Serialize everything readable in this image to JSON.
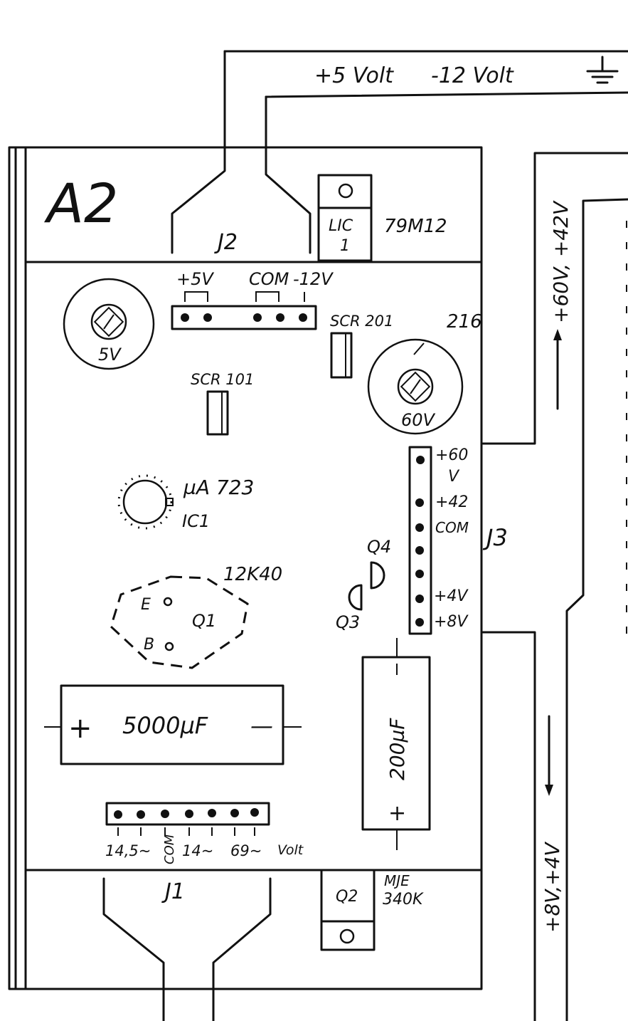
{
  "bus": {
    "plus5": "+5 Volt",
    "minus12": "-12 Volt"
  },
  "board": {
    "title": "A2"
  },
  "connectors": {
    "j1": "J1",
    "j2": "J2",
    "j3": "J3"
  },
  "regulator_lic1": {
    "lic": "LIC",
    "num": "1",
    "part": "79M12"
  },
  "header_top": {
    "plus5v": "+5V",
    "com": "COM",
    "minus12v": "-12V"
  },
  "pots": {
    "p5v": "5V",
    "p60v": "60V",
    "p60v_tag": "216"
  },
  "scr": {
    "scr101": "SCR 101",
    "scr201": "SCR 201"
  },
  "ic1": {
    "part": "µA 723",
    "ref": "IC1"
  },
  "q1": {
    "part": "12K40",
    "ref": "Q1",
    "e": "E",
    "b": "B"
  },
  "q3": "Q3",
  "q4": "Q4",
  "j3_pins": {
    "p60": "+60",
    "v": "V",
    "p42": "+42",
    "com": "COM",
    "p4v": "+4V",
    "p8v": "+8V"
  },
  "caps": {
    "big": "5000µF",
    "small": "200µF",
    "plus": "+",
    "minus": "—"
  },
  "header_bottom": {
    "l145": "14,5~",
    "com": "COM",
    "l14": "14~",
    "l69": "69~",
    "volt": "Volt"
  },
  "q2": {
    "ref": "Q2",
    "part1": "MJE",
    "part2": "340K"
  },
  "side": {
    "upper": "+60V, +42V",
    "lower": "+8V,+4V"
  }
}
